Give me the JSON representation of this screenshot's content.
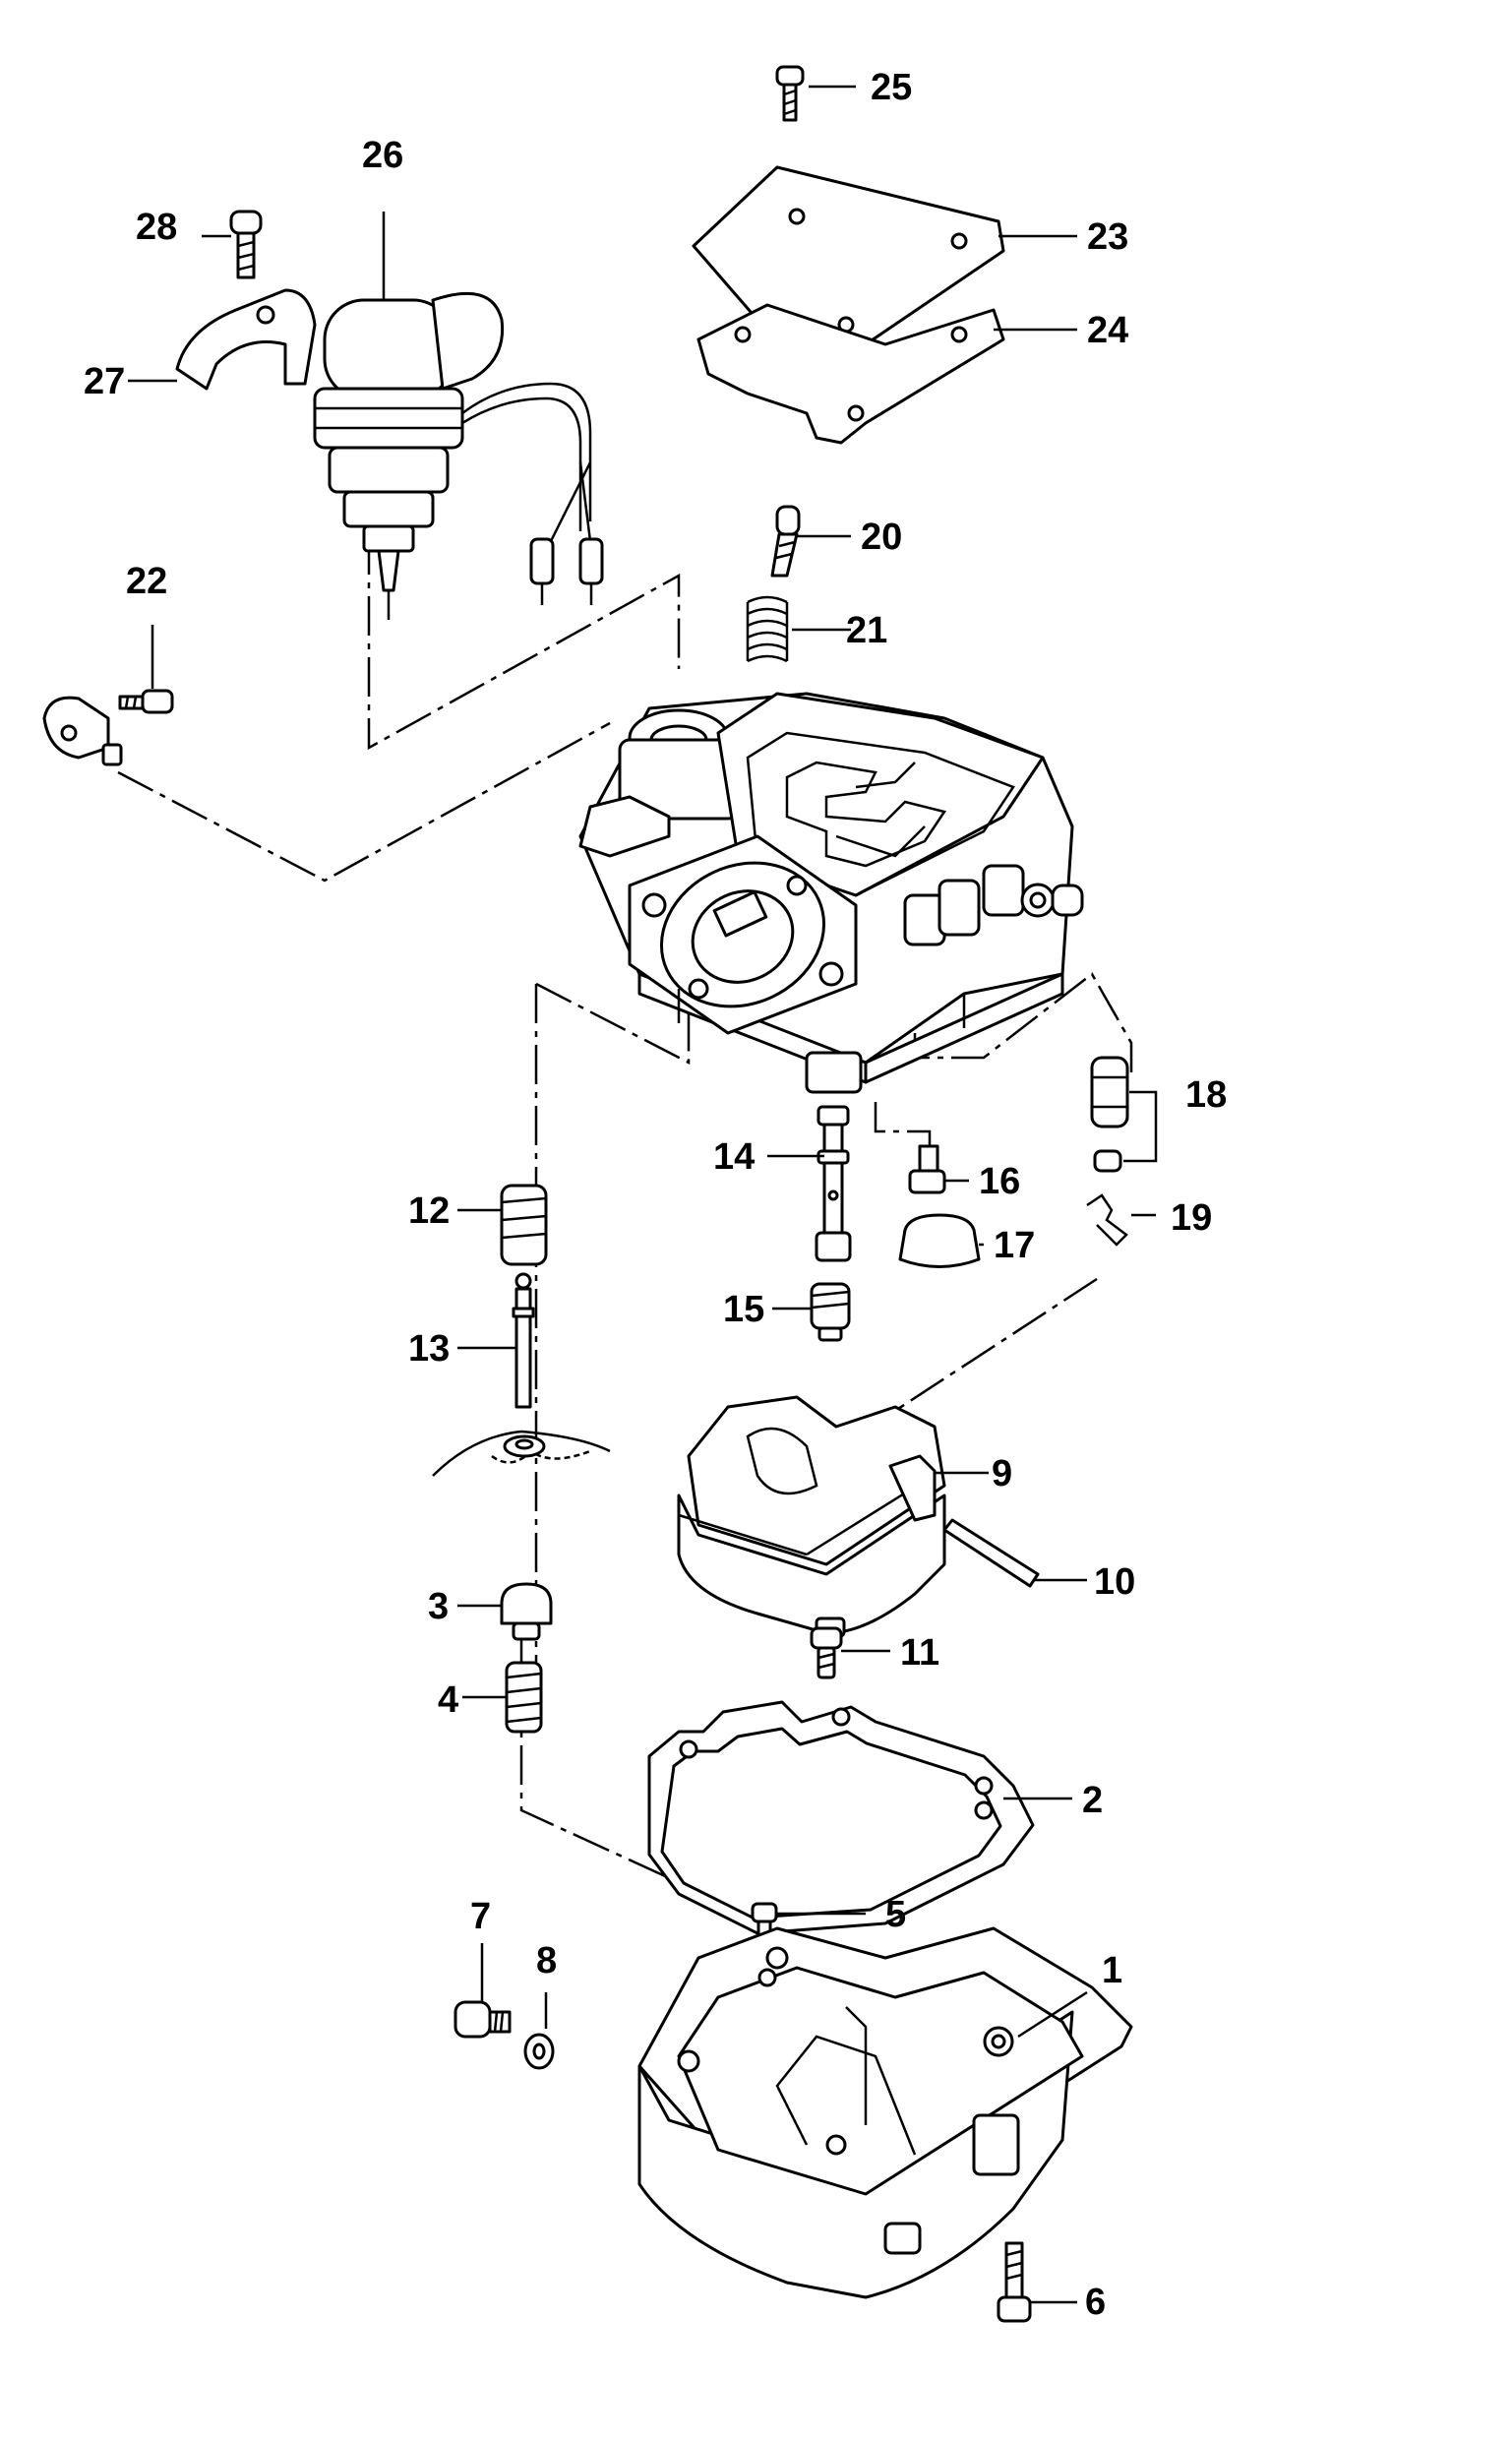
{
  "diagram": {
    "labels": {
      "p1": "1",
      "p2": "2",
      "p3": "3",
      "p4": "4",
      "p5": "5",
      "p6": "6",
      "p7": "7",
      "p8": "8",
      "p9": "9",
      "p10": "10",
      "p11": "11",
      "p12": "12",
      "p13": "13",
      "p14": "14",
      "p15": "15",
      "p16": "16",
      "p17": "17",
      "p18": "18",
      "p19": "19",
      "p20": "20",
      "p21": "21",
      "p22": "22",
      "p23": "23",
      "p24": "24",
      "p25": "25",
      "p26": "26",
      "p27": "27",
      "p28": "28"
    }
  }
}
